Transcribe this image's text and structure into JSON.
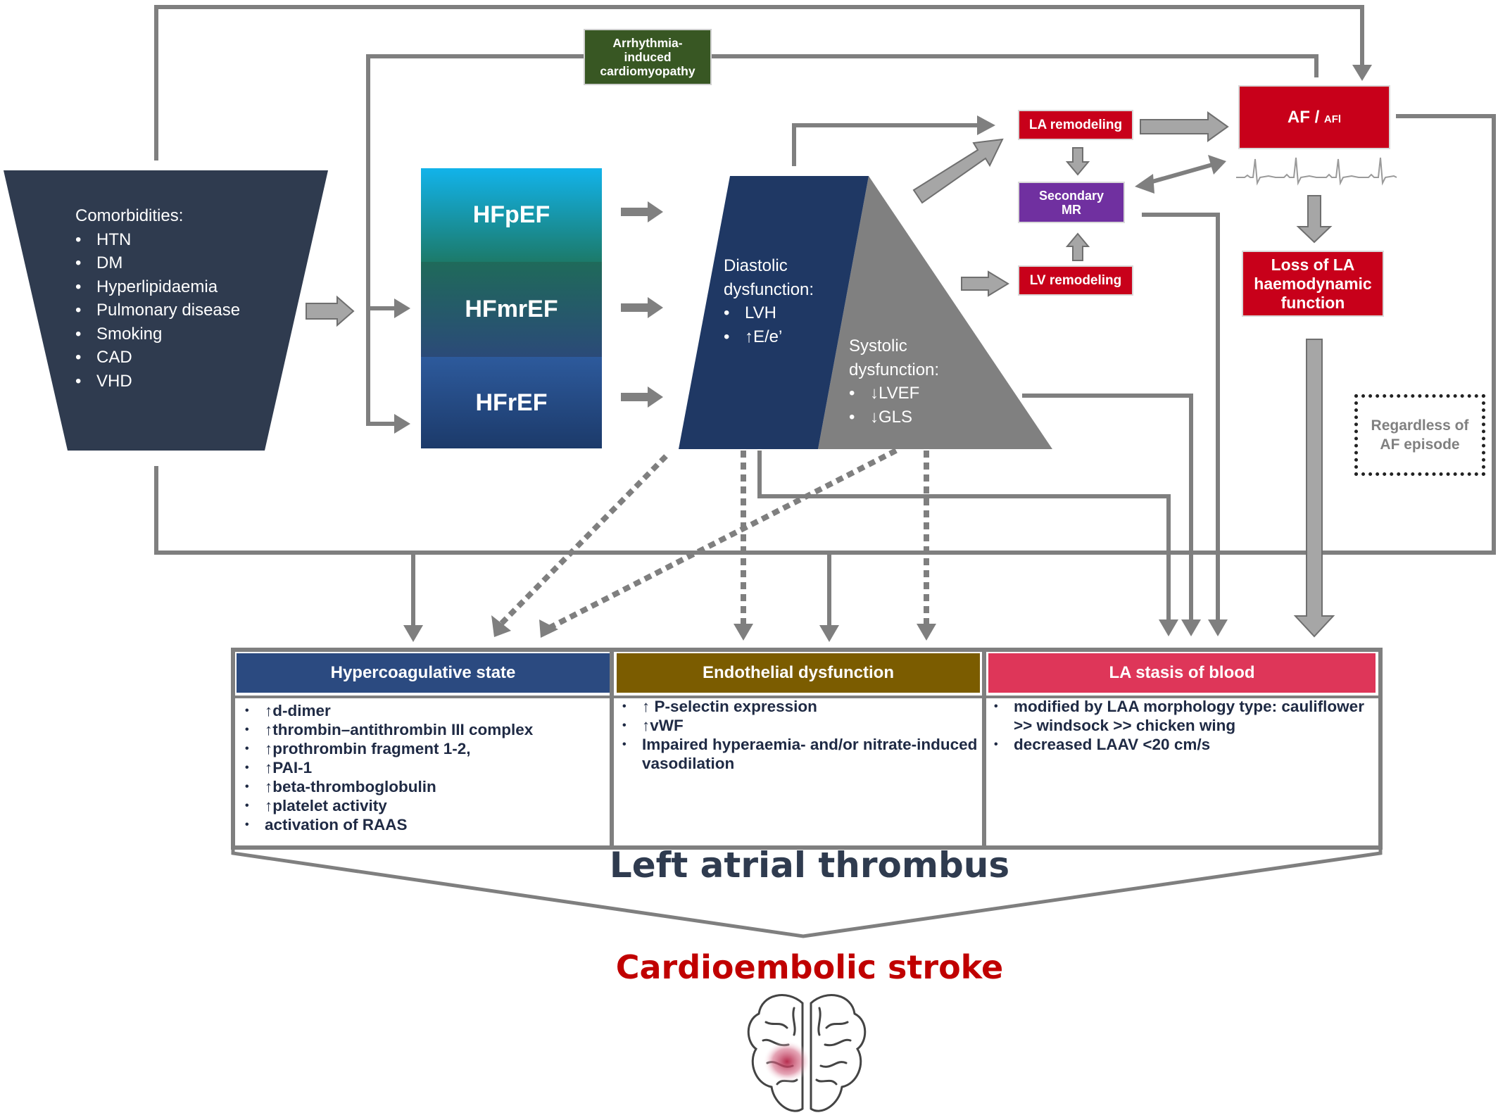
{
  "comorbidities": {
    "title": "Comorbidities:",
    "items": [
      "HTN",
      "DM",
      "Hyperlipidaemia",
      "Pulmonary disease",
      "Smoking",
      "CAD",
      "VHD"
    ]
  },
  "hf_types": [
    "HFpEF",
    "HFmrEF",
    "HFrEF"
  ],
  "arrhythmia_box": "Arrhythmia-induced cardiomyopathy",
  "diastolic": {
    "title": "Diastolic dysfunction:",
    "items": [
      "LVH",
      "↑E/e’"
    ]
  },
  "systolic": {
    "title": "Systolic dysfunction:",
    "items": [
      "↓LVEF",
      "↓GLS"
    ]
  },
  "la_remodeling": "LA remodeling",
  "secondary_mr": "Secondary MR",
  "lv_remodeling": "LV remodeling",
  "af_box": {
    "main": "AF /",
    "sub": "AFl"
  },
  "loss_la": "Loss of LA haemodynamic function",
  "regardless": "Regardless of AF episode",
  "columns": [
    {
      "header": "Hypercoagulative state",
      "color": "#2b4a80",
      "items": [
        "↑d-dimer",
        "↑thrombin–antithrombin III complex",
        "↑prothrombin fragment 1-2,",
        "↑PAI-1",
        "↑beta-thromboglobulin",
        "↑platelet activity",
        "activation of RAAS"
      ]
    },
    {
      "header": "Endothelial dysfunction",
      "color": "#7b5c00",
      "items": [
        "↑ P-selectin expression",
        "↑vWF",
        "Impaired hyperaemia- and/or nitrate-induced vasodilation"
      ]
    },
    {
      "header": "LA stasis of blood",
      "color": "#de3659",
      "items": [
        "modified by LAA morphology type: cauliflower   >> windsock >> chicken wing",
        "decreased LAAV <20 cm/s"
      ]
    }
  ],
  "thrombus_label": "Left atrial thrombus",
  "stroke_label": "Cardioembolic stroke",
  "colors": {
    "dark_navy": "#2f3b4f",
    "arrow_gray": "#7f7f7f",
    "red": "#c8001a",
    "purple": "#7030a0",
    "green_box": "#385723",
    "stroke_red": "#c00000"
  }
}
